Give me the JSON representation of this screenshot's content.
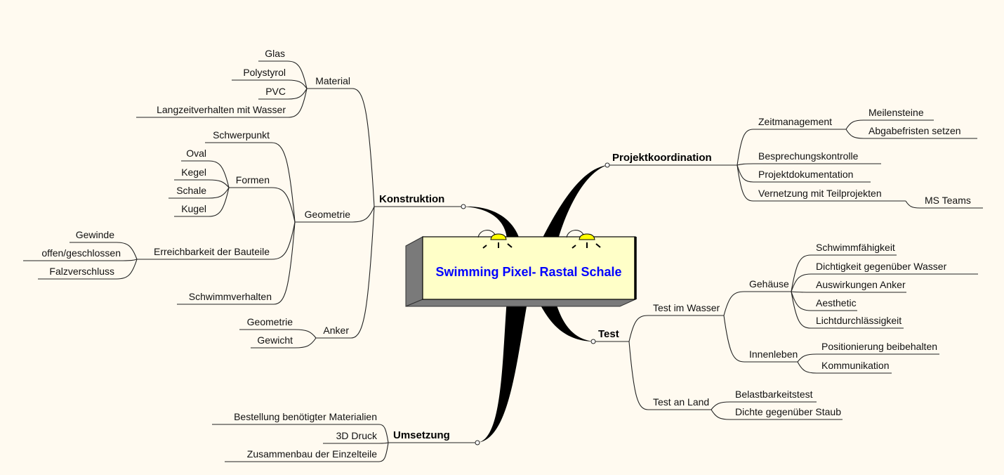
{
  "center": {
    "title": "Swimming Pixel- Rastal Schale"
  },
  "konstruktion": {
    "label": "Konstruktion",
    "material": {
      "label": "Material",
      "items": [
        "Glas",
        "Polystyrol",
        "PVC",
        "Langzeitverhalten mit Wasser"
      ]
    },
    "geometrie": {
      "label": "Geometrie",
      "schwerpunkt": "Schwerpunkt",
      "formen": {
        "label": "Formen",
        "items": [
          "Oval",
          "Kegel",
          "Schale",
          "Kugel"
        ]
      },
      "erreichbarkeit": {
        "label": "Erreichbarkeit der Bauteile",
        "items": [
          "Gewinde",
          "offen/geschlossen",
          "Falzverschluss"
        ]
      },
      "schwimmverhalten": "Schwimmverhalten"
    },
    "anker": {
      "label": "Anker",
      "items": [
        "Geometrie",
        "Gewicht"
      ]
    }
  },
  "umsetzung": {
    "label": "Umsetzung",
    "items": [
      "Bestellung benötigter Materialien",
      "3D Druck",
      "Zusammenbau der Einzelteile"
    ]
  },
  "projektkoordination": {
    "label": "Projektkoordination",
    "zeitmanagement": {
      "label": "Zeitmanagement",
      "items": [
        "Meilensteine",
        "Abgabefristen setzen"
      ]
    },
    "besprechungskontrolle": "Besprechungskontrolle",
    "projektdokumentation": "Projektdokumentation",
    "vernetzung": {
      "label": "Vernetzung mit Teilprojekten",
      "items": [
        "MS Teams"
      ]
    }
  },
  "test": {
    "label": "Test",
    "wasser": {
      "label": "Test im Wasser",
      "gehaeuse": {
        "label": "Gehäuse",
        "items": [
          "Schwimmfähigkeit",
          "Dichtigkeit gegenüber Wasser",
          "Auswirkungen Anker",
          "Aesthetic",
          "Lichtdurchlässigkeit"
        ]
      },
      "innenleben": {
        "label": "Innenleben",
        "items": [
          "Positionierung beibehalten",
          "Kommunikation"
        ]
      }
    },
    "land": {
      "label": "Test an Land",
      "items": [
        "Belastbarkeitstest",
        "Dichte gegenüber Staub"
      ]
    }
  },
  "colors": {
    "background": "#fffaf0",
    "center_fill": "#ffffc8",
    "center_text": "#0000ff",
    "lamp": "#ffff00"
  }
}
